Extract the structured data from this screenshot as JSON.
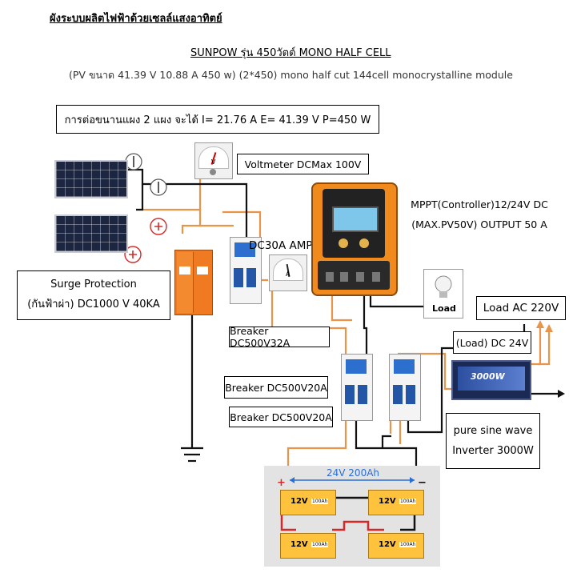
{
  "header": {
    "title": "ผังระบบผลิตไฟฟ้าด้วยเซลล์แสงอาทิตย์",
    "product_line": "SUNPOW รุ่น 450วัตต์ MONO HALF CELL",
    "spec_line": "(PV ขนาด 41.39 V 10.88 A   450 w) (2*450) mono half cut 144cell monocrystalline module"
  },
  "parallel_box": {
    "text": "การต่อขนานแผง 2 แผง จะได้ I= 21.76 A  E= 41.39 V  P=450 W"
  },
  "panel_terminals": {
    "neg": "−",
    "pos": "+"
  },
  "voltmeter": {
    "label": "Voltmeter DCMax 100V",
    "dial_letter": "V"
  },
  "ammeter": {
    "label": "DC30A AMP",
    "dial_letter": "A"
  },
  "surge": {
    "line1": "Surge Protection",
    "line2": "(กันฟ้าผ่า) DC1000 V 40KA"
  },
  "controller": {
    "line1": "MPPT(Controller)12/24V DC",
    "line2": "(MAX.PV50V) OUTPUT 50 A"
  },
  "load_bulb": {
    "label": "Load"
  },
  "load_ac": {
    "label": "Load AC 220V"
  },
  "load_dc": {
    "label": "(Load) DC 24V"
  },
  "breakers": {
    "b1": "Breaker DC500V32A",
    "b2": "Breaker DC500V20A",
    "b3": "Breaker DC500V20A"
  },
  "inverter": {
    "line1": "pure sine wave",
    "line2": "Inverter 3000W",
    "face_text": "3000W"
  },
  "battery_bank": {
    "label": "24V 200Ah",
    "cells": [
      {
        "volts": "12V",
        "amp_hours": "100Ah"
      },
      {
        "volts": "12V",
        "amp_hours": "100Ah"
      },
      {
        "volts": "12V",
        "amp_hours": "100Ah"
      },
      {
        "volts": "12V",
        "amp_hours": "100Ah"
      }
    ],
    "plus": "+",
    "minus": "−"
  },
  "colors": {
    "orange_wire": "#e8944a",
    "black_wire": "#111111",
    "red_terminal": "#d62828",
    "controller_orange": "#f08a1c",
    "battery_bg": "#e3e3e3",
    "battery_body": "#ffc23c"
  }
}
